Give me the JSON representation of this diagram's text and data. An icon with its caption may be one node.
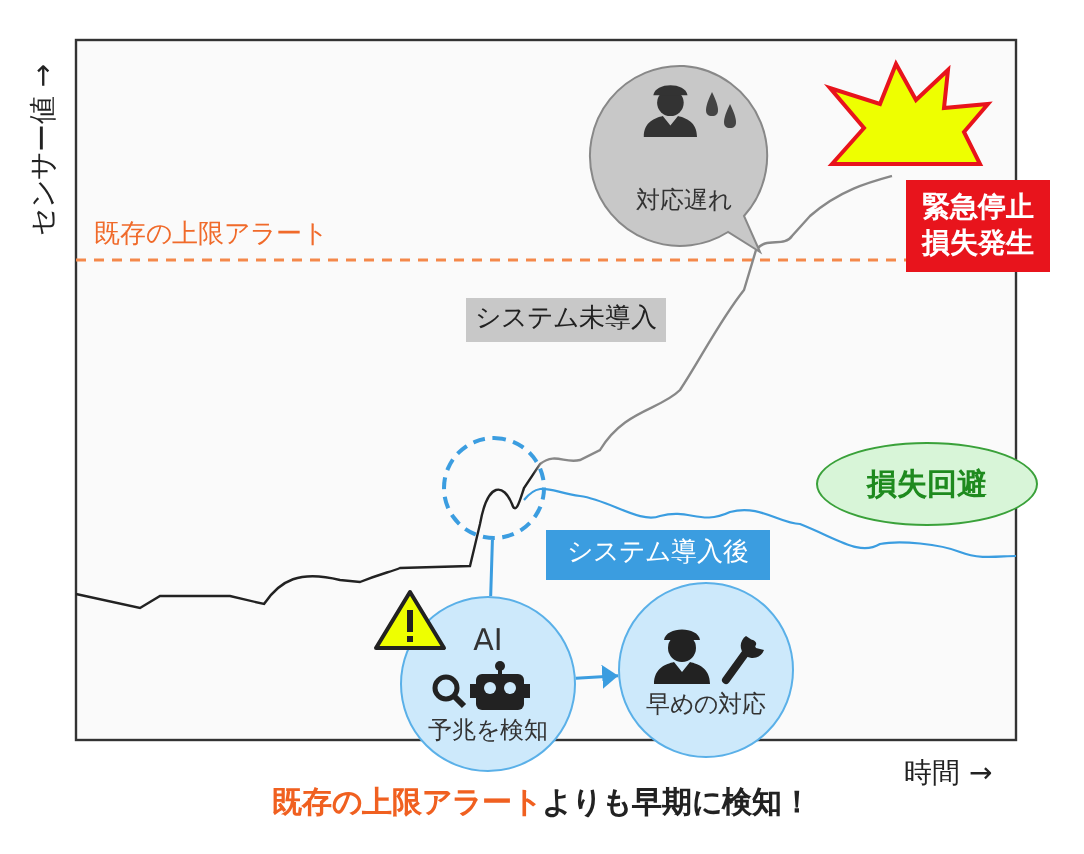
{
  "diagram": {
    "caption": "**既存の上限アラート**よりも早期に検知！",
    "nodes": [
      {
        "text": [
          "対応遅れ"
        ]
      },
      {
        "text": [],
        "shape": "star"
      },
      {
        "text": [
          "緊急停止損失発生"
        ]
      },
      {
        "text": [
          "システム未導入"
        ]
      },
      {
        "text": [],
        "shape": "circle"
      },
      {
        "text": [
          "損失回避"
        ]
      },
      {
        "text": [
          "システム導入後"
        ]
      },
      {
        "text": [
          "AI",
          "予兆を検知"
        ]
      },
      {
        "text": [
          "早めの対応"
        ]
      }
    ],
    "edges": [
      {
        "from": 7,
        "to": 4,
        "arrow": "none"
      },
      {
        "from": 7,
        "to": 8,
        "arrow": "to"
      }
    ],
    "labels": [
      "センサー値 →",
      "既存の上限アラート",
      "時間 →"
    ]
  }
}
